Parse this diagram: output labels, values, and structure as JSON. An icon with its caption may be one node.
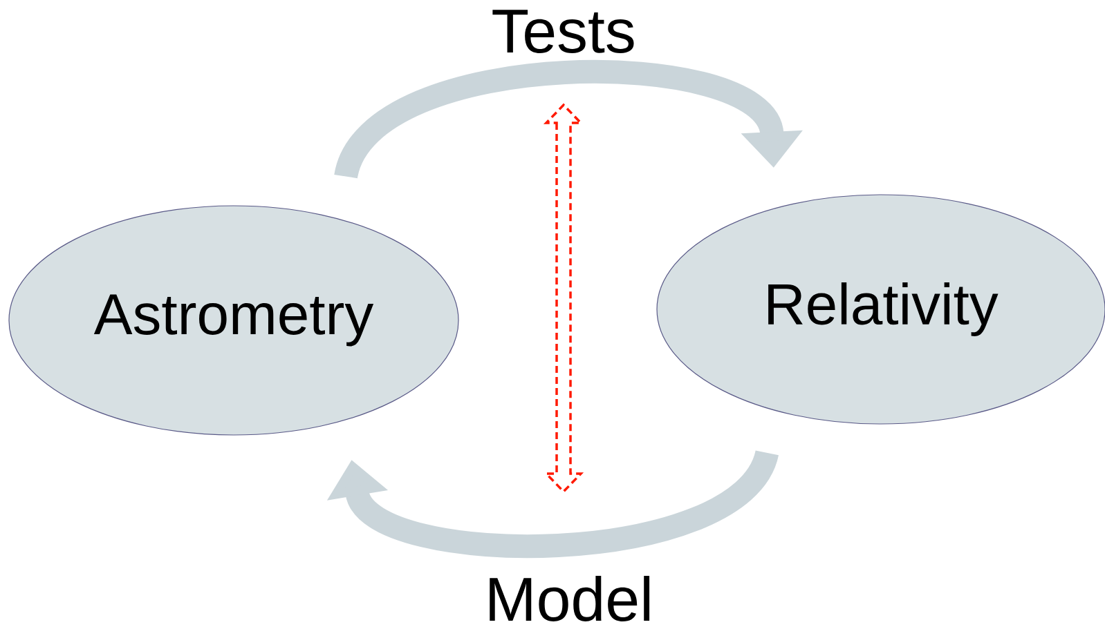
{
  "diagram": {
    "nodes": [
      {
        "text": [
          "Astrometry"
        ]
      },
      {
        "text": [
          "Relativity"
        ]
      }
    ],
    "edges": [
      {
        "from": 0,
        "to": 1,
        "arrow": "to",
        "label": "Tests"
      },
      {
        "from": 1,
        "to": 0,
        "arrow": "to",
        "label": "Model"
      }
    ]
  }
}
